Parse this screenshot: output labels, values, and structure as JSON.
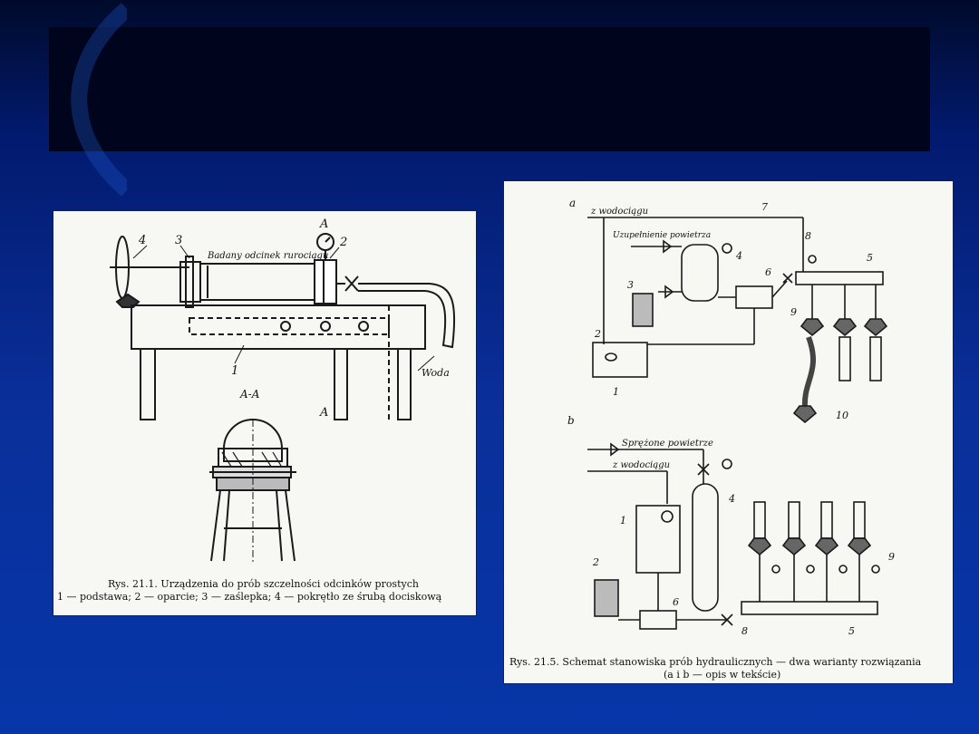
{
  "figure1": {
    "labels": {
      "n1": "1",
      "n2": "2",
      "n3": "3",
      "n4": "4",
      "section": "A-A",
      "a_top": "A",
      "a_bottom": "A",
      "pipe": "Badany odcinek rurociągu",
      "water": "Woda"
    },
    "caption_line1": "Rys. 21.1. Urządzenia do prób szczelności odcinków prostych",
    "caption_line2": "1 — podstawa; 2 — oparcie; 3 — zaślepka; 4 — pokrętło ze śrubą dociskową"
  },
  "figure2": {
    "variant_a": {
      "letter": "a",
      "supply": "z wodociągu",
      "air_fill": "Uzupełnienie powietrza",
      "n1": "1",
      "n2": "2",
      "n3": "3",
      "n4": "4",
      "n5": "5",
      "n6": "6",
      "n7": "7",
      "n8": "8",
      "n9": "9",
      "n10": "10"
    },
    "variant_b": {
      "letter": "b",
      "compressed_air": "Sprężone powietrze",
      "supply": "z wodociągu",
      "n1": "1",
      "n2": "2",
      "n4": "4",
      "n5": "5",
      "n6": "6",
      "n8": "8",
      "n9": "9"
    },
    "caption_line1": "Rys. 21.5. Schemat stanowiska prób hydraulicznych — dwa warianty rozwiązania",
    "caption_line2": "(a i b — opis w tekście)"
  },
  "colors": {
    "background": "#0636a8",
    "title_bar": "#00041c",
    "panel": "#f7f7f4"
  }
}
